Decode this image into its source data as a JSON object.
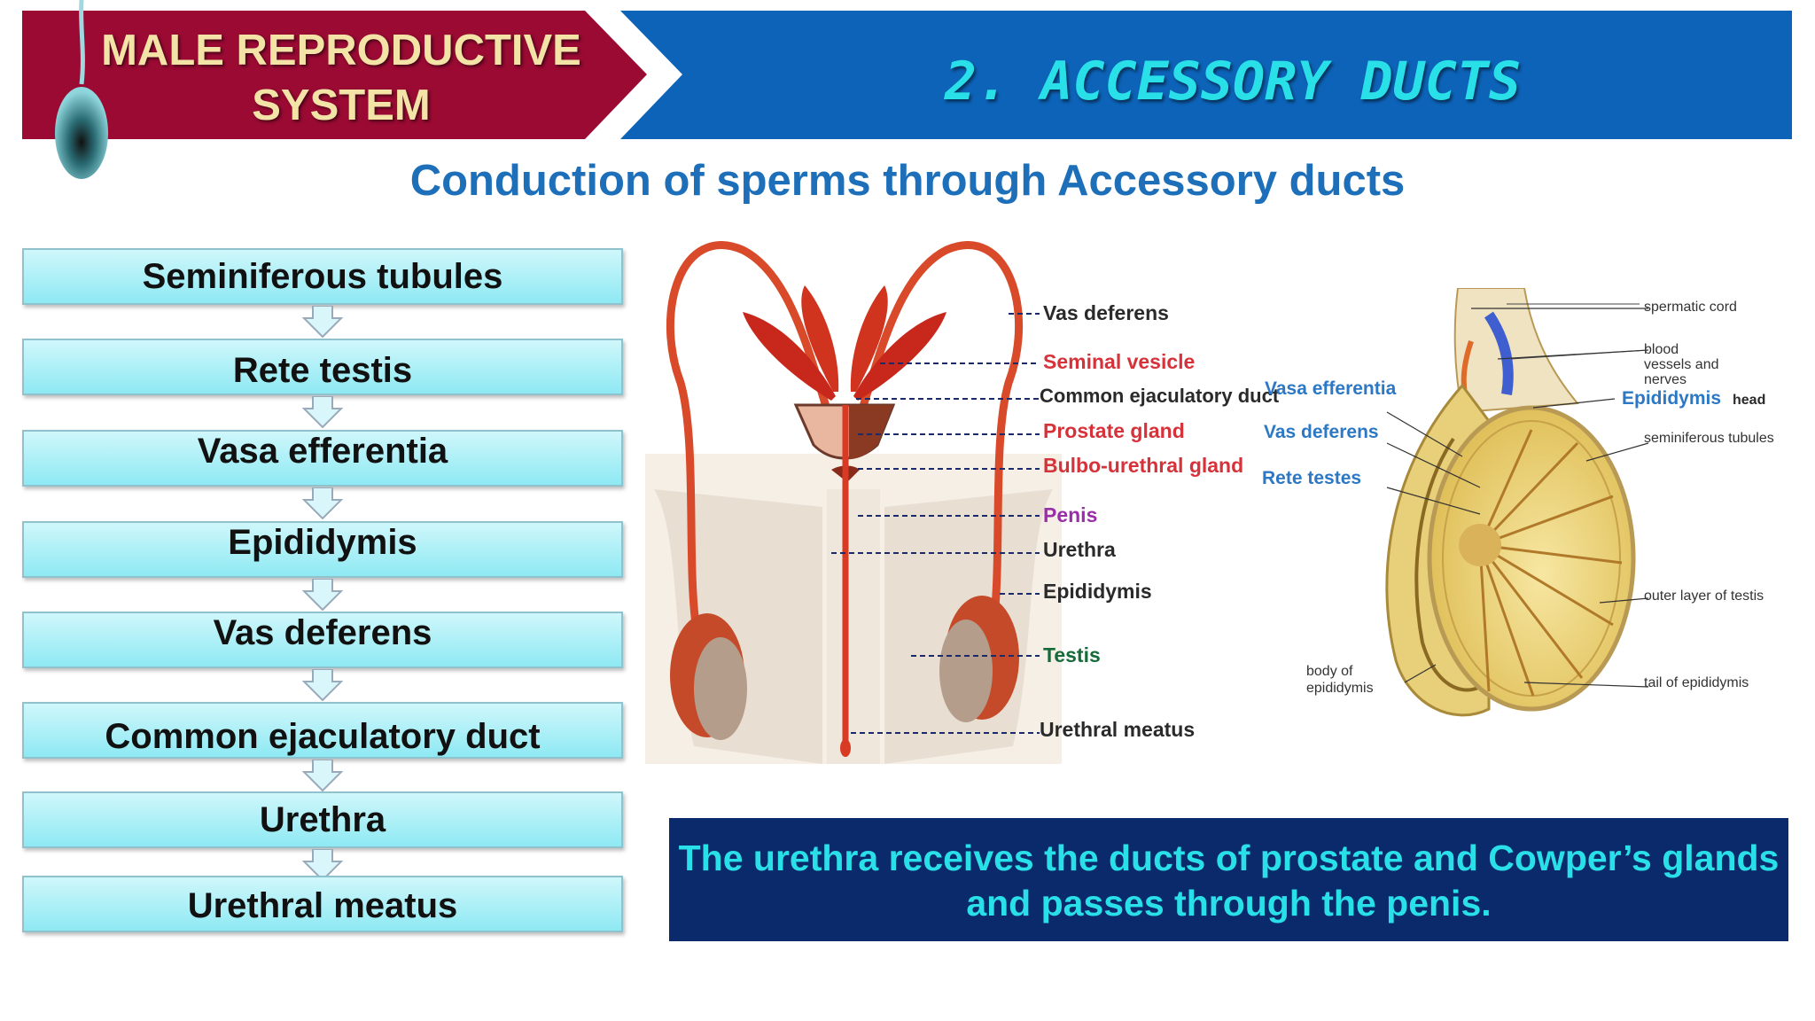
{
  "header": {
    "section_title": "MALE REPRODUCTIVE SYSTEM",
    "topic_title": "2. ACCESSORY DUCTS",
    "left_color": "#9A0A33",
    "right_color": "#0D63B8"
  },
  "subtitle": "Conduction of sperms through Accessory ducts",
  "flow": [
    "Seminiferous tubules",
    "Rete testis",
    "Vasa efferentia",
    "Epididymis",
    "Vas deferens",
    "Common ejaculatory duct",
    "Urethra",
    "Urethral meatus"
  ],
  "diagram1": {
    "labels": {
      "vas_deferens": "Vas deferens",
      "seminal_vesicle": "Seminal vesicle",
      "common_ejaculatory_duct": "Common ejaculatory duct",
      "prostate_gland": "Prostate gland",
      "bulbo_urethral_gland": "Bulbo-urethral gland",
      "penis": "Penis",
      "urethra": "Urethra",
      "epididymis": "Epididymis",
      "testis": "Testis",
      "urethral_meatus": "Urethral meatus"
    }
  },
  "diagram2": {
    "labels": {
      "vasa_efferentia": "Vasa efferentia",
      "vas_deferens": "Vas deferens",
      "rete_testes": "Rete testes",
      "spermatic_cord": "spermatic cord",
      "blood_vessels": "blood vessels and nerves",
      "epididymis": "Epididymis",
      "head": "head",
      "seminiferous_tubules": "seminiferous tubules",
      "outer_layer": "outer layer of testis",
      "body_epididymis": "body of epididymis",
      "tail_epididymis": "tail of epididymis"
    }
  },
  "note": "The urethra receives the ducts of prostate and Cowper’s glands and passes through the penis."
}
